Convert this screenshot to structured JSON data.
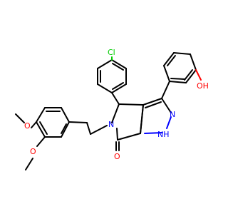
{
  "molecule": {
    "atom_labels": {
      "cl": "Cl",
      "oh": "OH",
      "n_pyrazole": "N",
      "nh": "NH",
      "n_lactam": "N",
      "o_carbonyl": "O",
      "o_methoxy_top": "O",
      "o_methoxy_bottom": "O"
    },
    "colors": {
      "bond": "#000000",
      "nitrogen": "#0000ff",
      "oxygen": "#ff0000",
      "chlorine": "#00cc00",
      "background": "#ffffff"
    }
  }
}
